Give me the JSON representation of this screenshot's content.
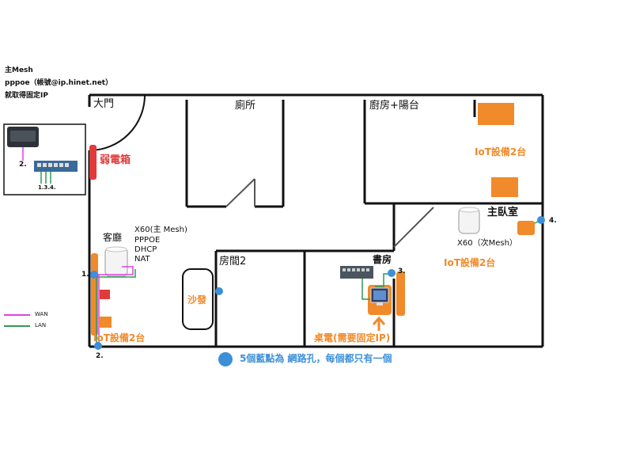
{
  "notes": {
    "main_mesh": "主Mesh",
    "pppoe_account": "pppoe（帳號@ip.hinet.net）",
    "fixed_ip": "就取得固定IP"
  },
  "inset": {
    "label_modem_port": "2.",
    "label_switch_ports": "1.3.4."
  },
  "legend": {
    "wan": "WAN",
    "lan": "LAN",
    "wan_color": "#e23ee2",
    "lan_color": "#2f9a55"
  },
  "rooms": {
    "entrance": "大門",
    "toilet": "廁所",
    "kitchen": "廚房+陽台",
    "master": "主臥室",
    "living": "客廳",
    "room2": "房間2",
    "study": "書房"
  },
  "devices": {
    "weak_box": "弱電箱",
    "sofa": "沙發",
    "x60_main_line1": "X60(主 Mesh)",
    "x60_main_line2": "PPPOE",
    "x60_main_line3": "DHCP",
    "x60_main_line4": "NAT",
    "x60_sub": "X60（次Mesh）",
    "iot_kitchen": "IoT設備2台",
    "iot_master": "IoT設備2台",
    "iot_living": "IoT設備2台",
    "desktop": "桌電(需要固定IP)"
  },
  "ports": {
    "p1": "1.",
    "p2": "2.",
    "p3": "3.",
    "p4": "4."
  },
  "footer": {
    "note": "5個藍點為 網路孔，每個都只有一個"
  },
  "colors": {
    "wall": "#111111",
    "orange": "#f08a2a",
    "red": "#e03a3a",
    "blue_dot": "#3d8fd8",
    "device_gray": "#5f6a75"
  }
}
